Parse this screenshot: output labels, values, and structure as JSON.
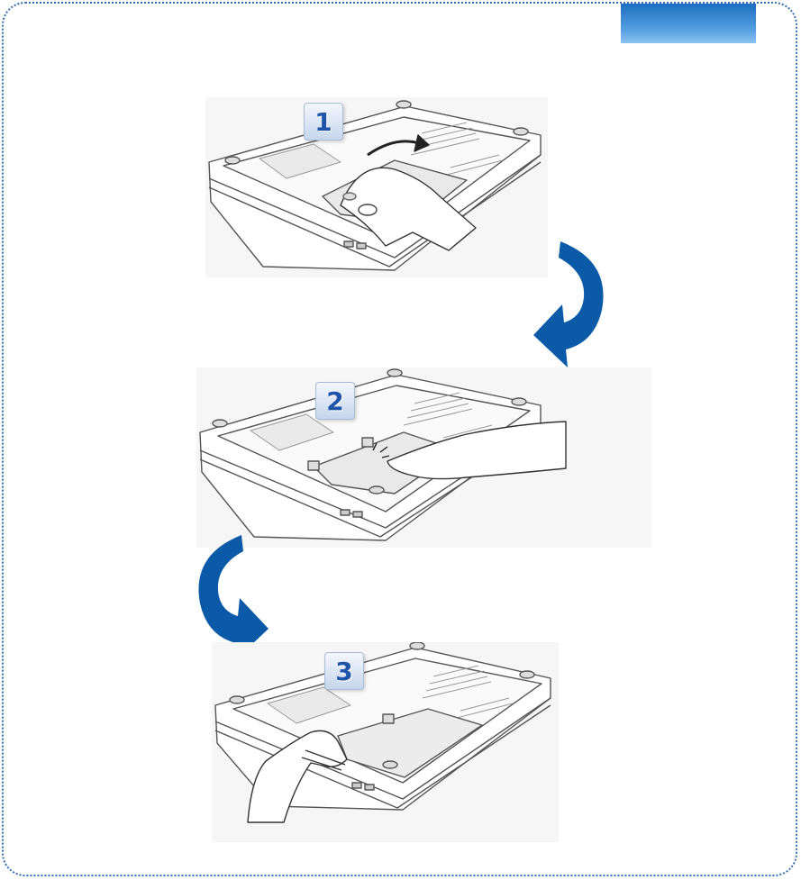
{
  "steps": [
    {
      "number": "1",
      "illustration": "laptop-underside-lift-cover"
    },
    {
      "number": "2",
      "illustration": "laptop-underside-press-cover"
    },
    {
      "number": "3",
      "illustration": "laptop-underside-slide-cover"
    }
  ],
  "colors": {
    "border": "#3a6fb0",
    "tab": "#1c6fc0",
    "arrow": "#0a5aa8",
    "badge_text": "#1f54a8"
  },
  "icons": {
    "flow_arrow_1": "curved-arrow-down-left-icon",
    "flow_arrow_2": "curved-arrow-down-right-icon"
  }
}
